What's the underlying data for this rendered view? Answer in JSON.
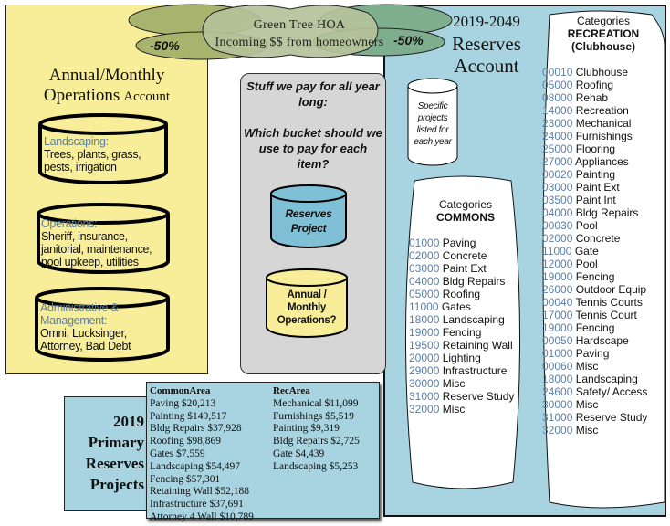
{
  "cloud": {
    "title": "Green Tree HOA",
    "subtitle": "Incoming $$ from homeowners",
    "left_split": "-50%",
    "right_split": "-50%"
  },
  "operations": {
    "title_line1": "Annual/Monthly",
    "title_line2": "Operations",
    "title_line3": "Account",
    "buckets": [
      {
        "caption": "Landscaping:",
        "items": "Trees, plants, grass, pests, irrigation"
      },
      {
        "caption": "Operations:",
        "items": "Sheriff, insurance, janitorial, maintenance, pool upkeep, utilities"
      },
      {
        "caption": "Administrative & Management:",
        "items": "Omni, Lucksinger, Attorney, Bad Debt"
      }
    ]
  },
  "middle": {
    "line1": "Stuff we pay for all year long:",
    "line2": "Which bucket should we use to pay for each item?",
    "option_reserves": "Reserves Project",
    "option_operations": "Annual / Monthly Operations?"
  },
  "reserves": {
    "years": "2019-2049",
    "title_line1": "Reserves",
    "title_line2": "Account",
    "cylinder_text": "Specific projects listed for each year",
    "commons": {
      "head1": "Categories",
      "head2": "COMMONS",
      "items": [
        {
          "code": "01000",
          "label": "Paving"
        },
        {
          "code": "02000",
          "label": "Concrete"
        },
        {
          "code": "03000",
          "label": "Paint Ext"
        },
        {
          "code": "04000",
          "label": "Bldg Repairs"
        },
        {
          "code": "05000",
          "label": "Roofing"
        },
        {
          "code": "11000",
          "label": "Gates"
        },
        {
          "code": "18000",
          "label": "Landscaping"
        },
        {
          "code": "19000",
          "label": "Fencing"
        },
        {
          "code": "19500",
          "label": "Retaining Wall"
        },
        {
          "code": "20000",
          "label": "Lighting"
        },
        {
          "code": "29000",
          "label": "Infrastructure"
        },
        {
          "code": "30000",
          "label": "Misc"
        },
        {
          "code": "31000",
          "label": "Reserve Study"
        },
        {
          "code": "32000",
          "label": "Misc"
        }
      ]
    },
    "recreation": {
      "head1": "Categories",
      "head2": "RECREATION",
      "head3": "(Clubhouse)",
      "items": [
        {
          "code": "00010",
          "label": "Clubhouse"
        },
        {
          "code": "05000",
          "label": "Roofing"
        },
        {
          "code": "08000",
          "label": "Rehab"
        },
        {
          "code": "14000",
          "label": "Recreation"
        },
        {
          "code": "23000",
          "label": "Mechanical"
        },
        {
          "code": "24000",
          "label": "Furnishings"
        },
        {
          "code": "25000",
          "label": "Flooring"
        },
        {
          "code": "27000",
          "label": "Appliances"
        },
        {
          "code": "00020",
          "label": "Painting"
        },
        {
          "code": "03000",
          "label": "Paint Ext"
        },
        {
          "code": "03500",
          "label": "Paint Int"
        },
        {
          "code": "04000",
          "label": "Bldg Repairs"
        },
        {
          "code": "00030",
          "label": "Pool"
        },
        {
          "code": "02000",
          "label": "Concrete"
        },
        {
          "code": "11000",
          "label": "Gate"
        },
        {
          "code": "12000",
          "label": "Pool"
        },
        {
          "code": "19000",
          "label": "Fencing"
        },
        {
          "code": "26000",
          "label": "Outdoor Equip"
        },
        {
          "code": "00040",
          "label": "Tennis Courts"
        },
        {
          "code": "17000",
          "label": "Tennis Court"
        },
        {
          "code": "19000",
          "label": "Fencing"
        },
        {
          "code": "00050",
          "label": "Hardscape"
        },
        {
          "code": "01000",
          "label": "Paving"
        },
        {
          "code": "00060",
          "label": "Misc"
        },
        {
          "code": "18000",
          "label": "Landscaping"
        },
        {
          "code": "24600",
          "label": "Safety/ Access"
        },
        {
          "code": "30000",
          "label": "Misc"
        },
        {
          "code": "31000",
          "label": "Reserve Study"
        },
        {
          "code": "32000",
          "label": "Misc"
        }
      ]
    }
  },
  "projects": {
    "label_line1": "2019",
    "label_line2": "Primary",
    "label_line3": "Reserves",
    "label_line4": "Projects",
    "common_area": {
      "heading": "CommonArea",
      "items": [
        "Paving $20,213",
        "Painting $149,517",
        "Bldg Repairs $37,928",
        "Roofing $98,869",
        "Gates $7,559",
        "Landscaping $54,497",
        "Fencing $57,301",
        "Retaining Wall $52,188",
        "Infrastructure $37,691",
        "Attorney 4 Wall $10,789"
      ]
    },
    "rec_area": {
      "heading": "RecArea",
      "items": [
        "Mechanical $11,099",
        "Furnishings $5,519",
        "Painting $9,319",
        "Bldg Repairs $2,725",
        "Gate $4,439",
        "Landscaping $5,253"
      ]
    }
  },
  "colors": {
    "operations_yellow": "#f8ee99",
    "reserves_blue": "#a7d4e0",
    "middle_gray": "#d6d6d6",
    "cloud_green": "#b5c29a",
    "cloud_left": "#a8b36e",
    "cloud_right": "#7fae8e",
    "code_blue": "#5a7fa8"
  }
}
